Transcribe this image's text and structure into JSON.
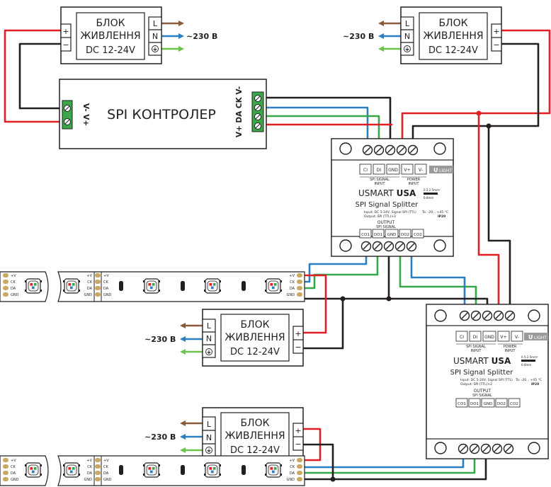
{
  "psu": {
    "title_line1": "БЛОК",
    "title_line2": "ЖИВЛЕННЯ",
    "voltage": "DC 12-24V",
    "terminal_l": "L",
    "terminal_n": "N",
    "terminal_plus": "+",
    "terminal_minus": "−",
    "mains_label": "~230 В"
  },
  "controller": {
    "title": "SPI КОНТРОЛЕР",
    "power_terminals": "V-  V+",
    "output_terminals": "V+ DA CK V-"
  },
  "splitter": {
    "brand_prefix": "USMART",
    "brand_suffix": "USA",
    "product": "SPI Signal Splitter",
    "input_terminals": [
      "CI",
      "DI",
      "GND",
      "V+",
      "V-"
    ],
    "spi_signal_label": "SPI SIGNAL",
    "input_label": "INPUT",
    "power_label": "POWER",
    "output_label": "OUTPUT",
    "output_terminals": [
      "CO1",
      "DO1",
      "GND",
      "DO2",
      "CO2"
    ],
    "spec_line1": "Input: DC 5-24V, Signal SPI (TTL)",
    "spec_line2": "Output: SPI (TTL)×2",
    "temp": "Ta: -20... +45 °C",
    "ip": "IP20",
    "wire_spec": "0.5-2.5mm²",
    "strip_length": "6-8mm",
    "logo_u": "U",
    "logo_text": "LIGHT"
  },
  "strip": {
    "pads": [
      "+V",
      "CK",
      "DA",
      "GND"
    ]
  },
  "colors": {
    "red": "#e31e24",
    "black": "#231f20",
    "green": "#35a84a",
    "blue": "#2a7fc1",
    "brown": "#8b5a3c",
    "earth": "#6cc24a",
    "terminal_green": "#3aa848",
    "pad_gold": "#c9a862"
  }
}
